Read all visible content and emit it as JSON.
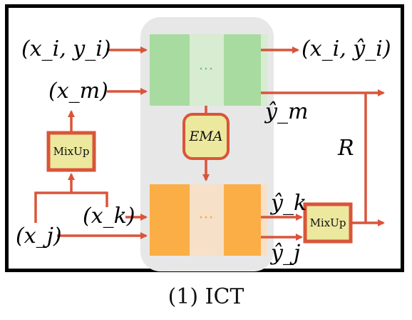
{
  "diagram": {
    "inputs": {
      "labeled": "(x_i, y_i)",
      "mixed": "(x_m)",
      "unlabeled_k": "(x_k)",
      "unlabeled_j": "(x_j)"
    },
    "outputs": {
      "student_pred": "(x_i, ŷ_i)",
      "y_m": "ŷ_m",
      "y_k": "ŷ_k",
      "y_j": "ŷ_j"
    },
    "ema_label": "EMA",
    "mixup_label": "MixUp",
    "mixup_right_label": "MixUp",
    "loss_label": "R",
    "student_dots": "···",
    "teacher_dots": "···"
  },
  "caption": "(1) ICT",
  "colors": {
    "arrow": "#d9553a",
    "student": "#a8dba0",
    "teacher": "#fbae45",
    "panel": "#e7e7e7",
    "mixup_fill": "#ece89e"
  }
}
